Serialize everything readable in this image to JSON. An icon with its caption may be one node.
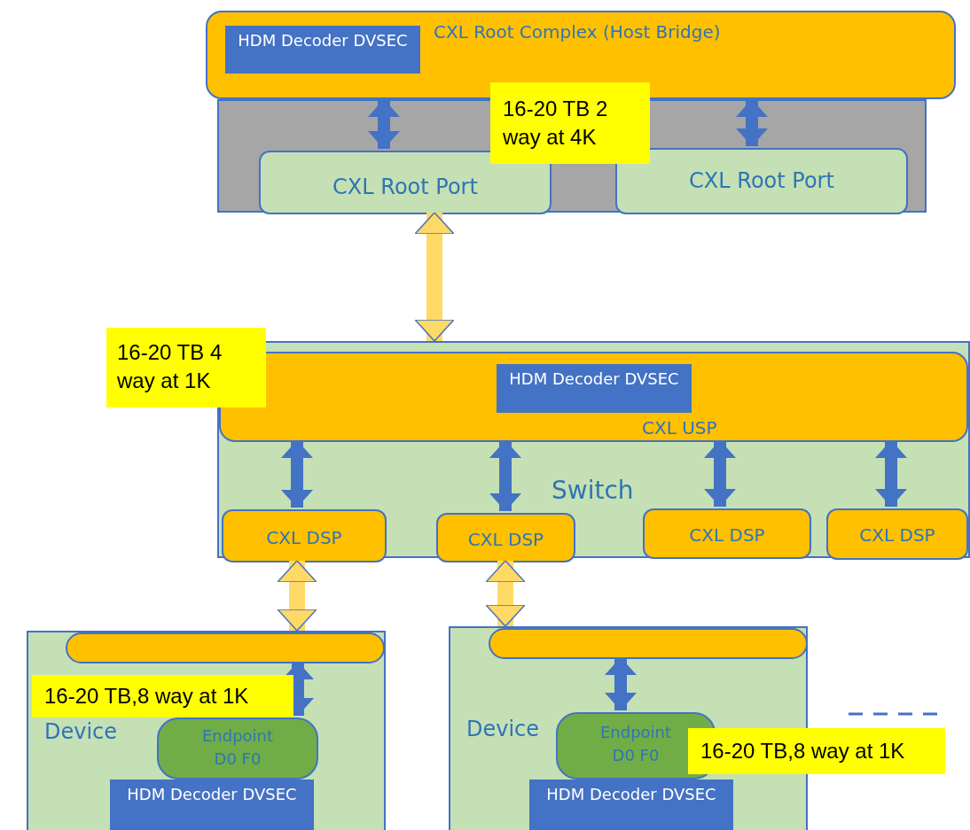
{
  "diagram": {
    "nodes": [
      {
        "text": [],
        "shape": "box"
      },
      {
        "text": [
          "CXL Root Complex (Host Bridge)"
        ]
      },
      {
        "text": [
          "HDM Decoder DVSEC"
        ],
        "in": 1
      },
      {
        "text": [
          "CXL Root Port"
        ],
        "in": 0
      },
      {
        "text": [
          "CXL Root Port"
        ],
        "in": 0
      },
      {
        "text": [
          "16-20 TB 2 way at 4K"
        ]
      },
      {
        "text": [
          "Switch"
        ]
      },
      {
        "text": [
          "CXL USP"
        ],
        "in": 6
      },
      {
        "text": [
          "HDM Decoder DVSEC"
        ],
        "in": 7
      },
      {
        "text": [
          "CXL DSP"
        ],
        "in": 6
      },
      {
        "text": [
          "CXL DSP"
        ],
        "in": 6
      },
      {
        "text": [
          "CXL DSP"
        ],
        "in": 6
      },
      {
        "text": [
          "CXL DSP"
        ],
        "in": 6
      },
      {
        "text": [
          "16-20 TB 4 way at 1K"
        ]
      },
      {
        "text": [
          "Device"
        ]
      },
      {
        "text": [],
        "shape": "bar",
        "in": 14
      },
      {
        "text": [
          "Endpoint D0 F0"
        ],
        "in": 14
      },
      {
        "text": [
          "HDM Decoder DVSEC"
        ],
        "in": 14
      },
      {
        "text": [
          "16-20 TB,8 way at 1K"
        ],
        "in": 14
      },
      {
        "text": [
          "Device"
        ]
      },
      {
        "text": [],
        "shape": "bar",
        "in": 19
      },
      {
        "text": [
          "Endpoint D0 F0"
        ],
        "in": 19
      },
      {
        "text": [
          "HDM Decoder DVSEC"
        ],
        "in": 19
      },
      {
        "text": [
          "16-20 TB,8 way at 1K"
        ]
      }
    ],
    "edges": [
      {
        "from": 1,
        "to": 3,
        "arrow": "both"
      },
      {
        "from": 1,
        "to": 4,
        "arrow": "both"
      },
      {
        "from": 3,
        "to": 6,
        "arrow": "both",
        "color": "#ffd966"
      },
      {
        "from": 7,
        "to": 9,
        "arrow": "both"
      },
      {
        "from": 7,
        "to": 10,
        "arrow": "both"
      },
      {
        "from": 7,
        "to": 11,
        "arrow": "both"
      },
      {
        "from": 7,
        "to": 12,
        "arrow": "both"
      },
      {
        "from": 9,
        "to": 15,
        "arrow": "both",
        "color": "#ffd966"
      },
      {
        "from": 10,
        "to": 20,
        "arrow": "both",
        "color": "#ffd966"
      },
      {
        "from": 15,
        "to": 16,
        "arrow": "both"
      },
      {
        "from": 20,
        "to": 21,
        "arrow": "both"
      }
    ]
  }
}
